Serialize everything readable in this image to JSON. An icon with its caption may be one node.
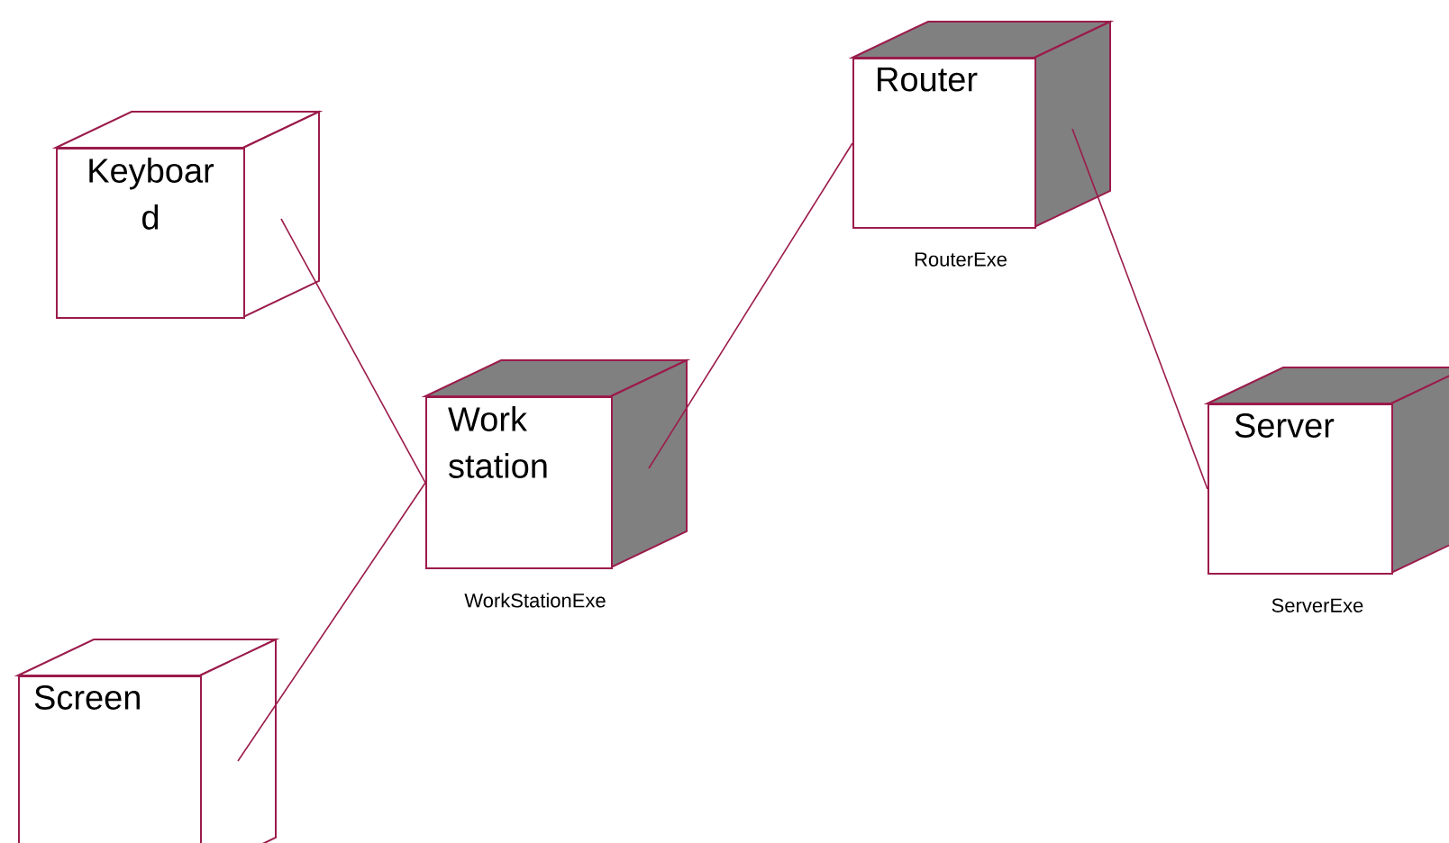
{
  "diagram": {
    "nodes": [
      {
        "text": [
          "Keyboar d"
        ]
      },
      {
        "text": [
          "Screen"
        ]
      },
      {
        "text": [
          "Work station"
        ],
        "beside": [
          "WorkStationExe"
        ]
      },
      {
        "text": [
          "Router"
        ],
        "beside": [
          "RouterExe"
        ]
      },
      {
        "text": [
          "Server"
        ],
        "beside": [
          "ServerExe"
        ]
      }
    ],
    "edges": [
      {
        "from": 0,
        "to": 2,
        "arrow": "none"
      },
      {
        "from": 1,
        "to": 2,
        "arrow": "none"
      },
      {
        "from": 2,
        "to": 3,
        "arrow": "none"
      },
      {
        "from": 3,
        "to": 4,
        "arrow": "none"
      }
    ]
  }
}
